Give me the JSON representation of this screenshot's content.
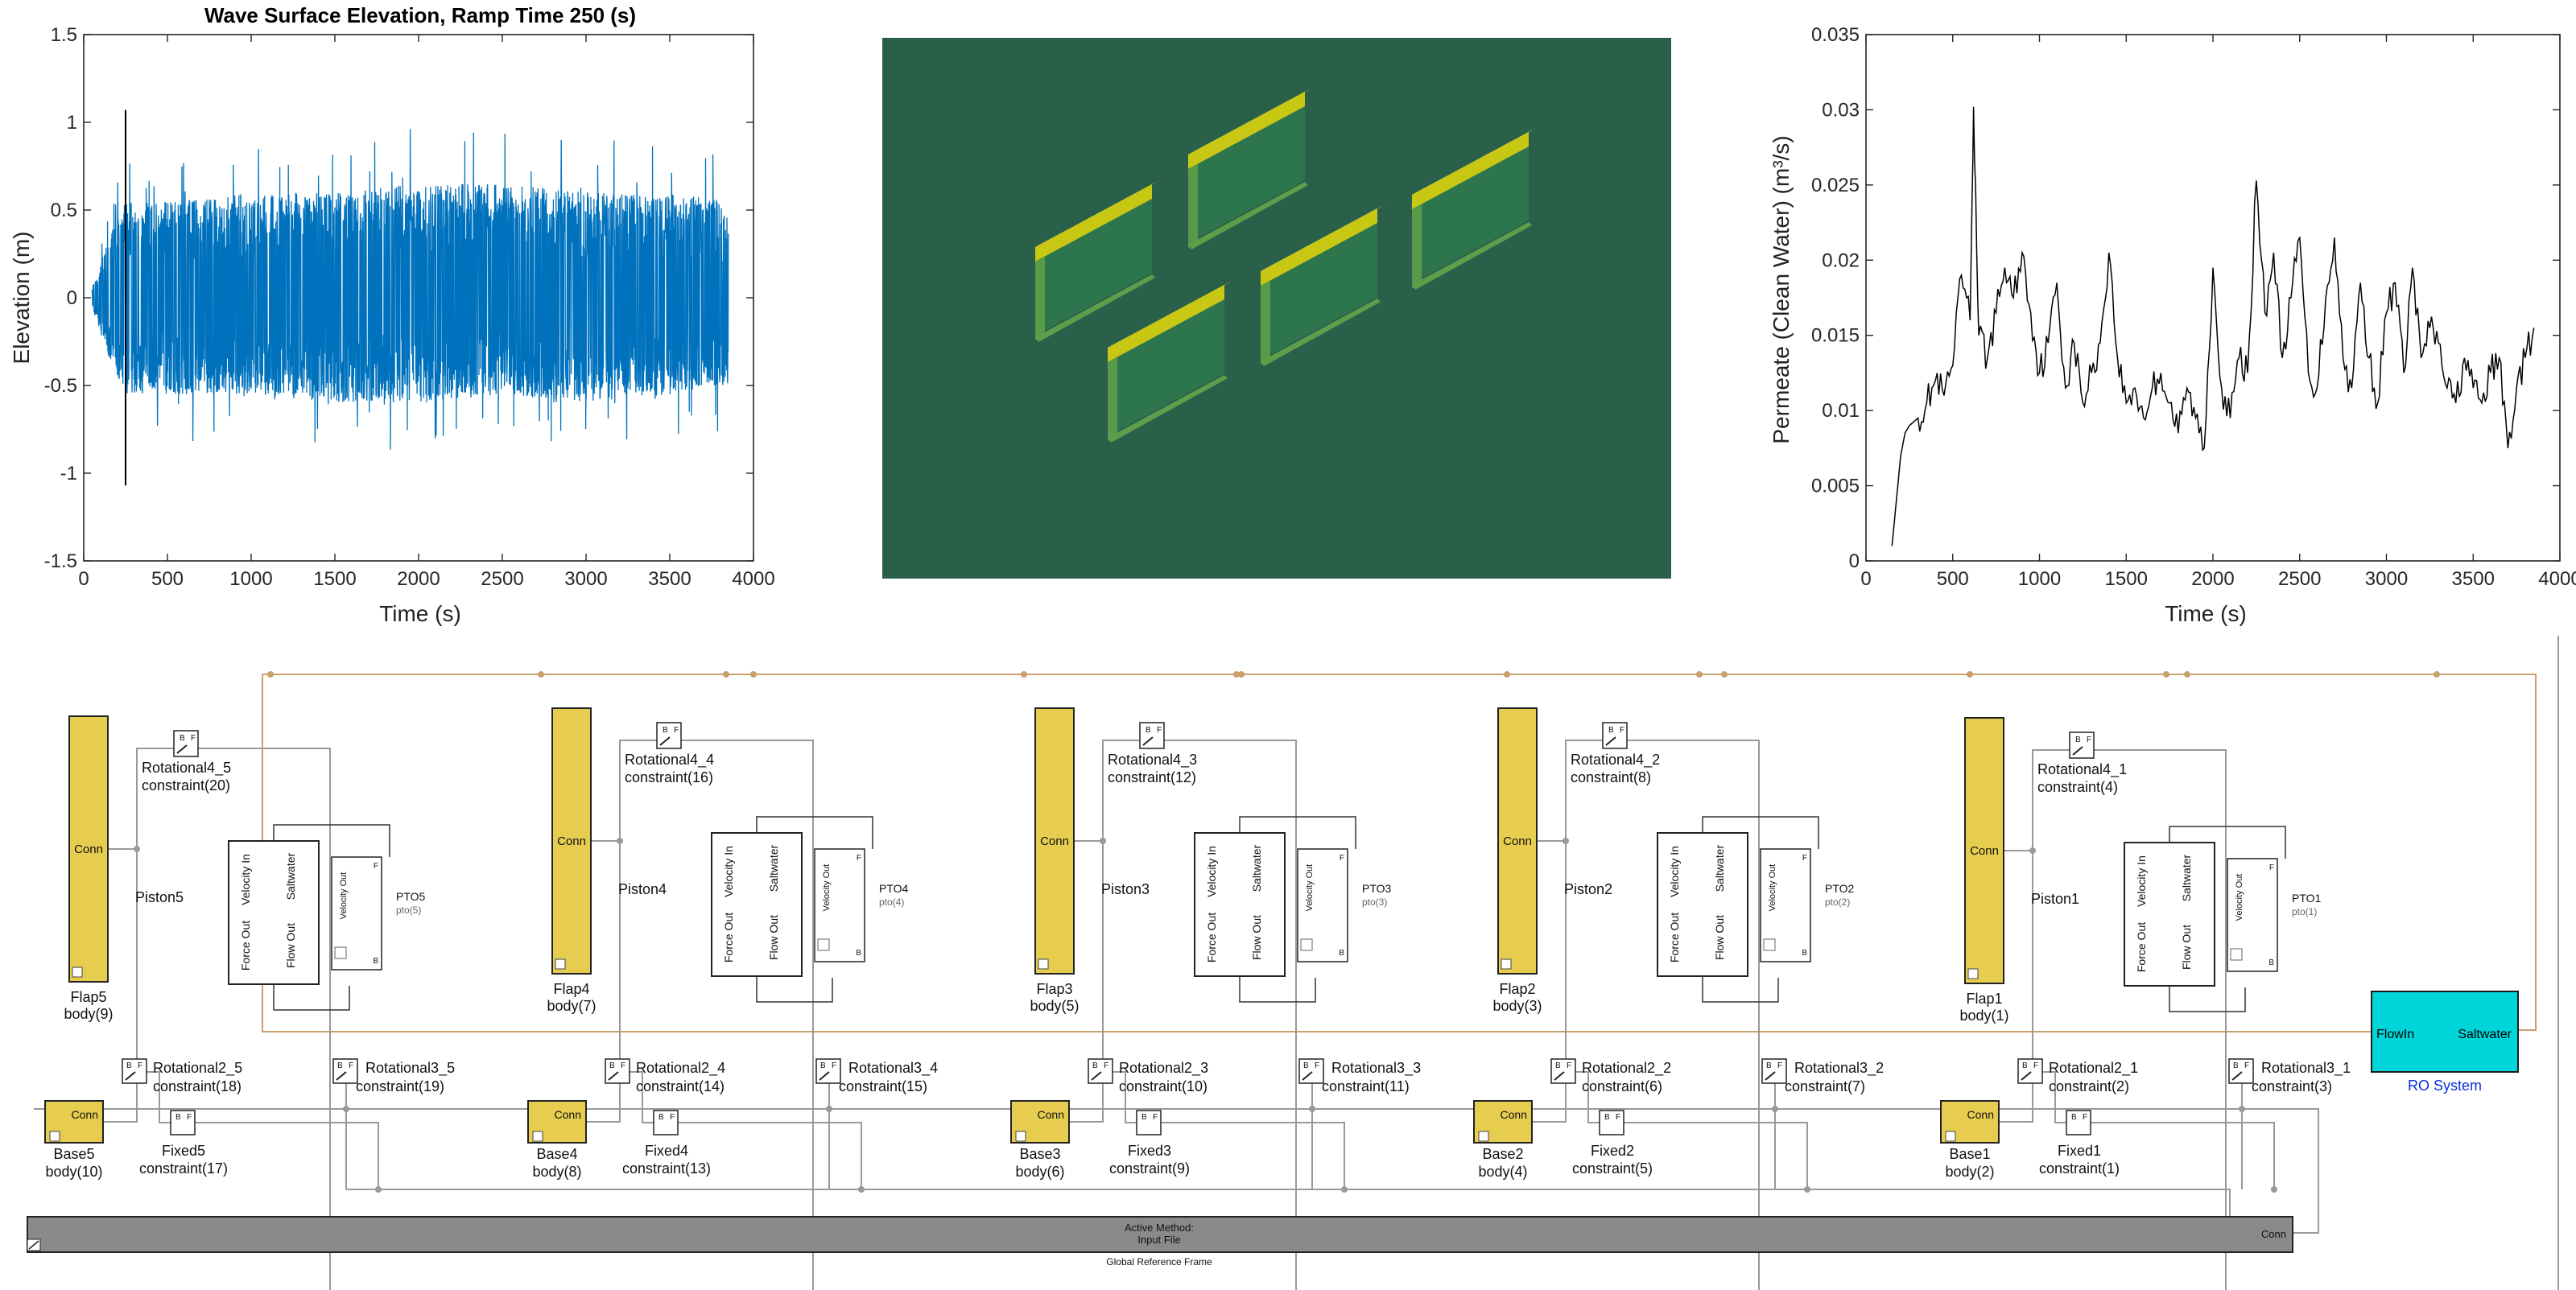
{
  "wave_chart": {
    "title": "Wave Surface Elevation, Ramp Time 250 (s)",
    "xlabel": "Time (s)",
    "ylabel": "Elevation (m)",
    "xticks": [
      "0",
      "500",
      "1000",
      "1500",
      "2000",
      "2500",
      "3000",
      "3500",
      "4000"
    ],
    "yticks": [
      "-1.5",
      "-1",
      "-0.5",
      "0",
      "0.5",
      "1",
      "1.5"
    ]
  },
  "permeate_chart": {
    "xlabel": "Time (s)",
    "ylabel": "Permeate (Clean Water) (m³/s)",
    "xticks": [
      "0",
      "500",
      "1000",
      "1500",
      "2000",
      "2500",
      "3000",
      "3500",
      "4000"
    ],
    "yticks": [
      "0",
      "0.005",
      "0.01",
      "0.015",
      "0.02",
      "0.025",
      "0.03",
      "0.035"
    ]
  },
  "chart_data": [
    {
      "type": "line",
      "title": "Wave Surface Elevation, Ramp Time 250 (s)",
      "xlabel": "Time (s)",
      "ylabel": "Elevation (m)",
      "xlim": [
        0,
        4000
      ],
      "ylim": [
        -1.5,
        1.5
      ],
      "color": "#0072BD",
      "ramp_marker": {
        "x": 250,
        "y": [
          -1.07,
          1.07
        ],
        "color": "#000000"
      },
      "envelope": {
        "x": [
          50,
          150,
          250,
          500,
          1000,
          1500,
          2000,
          2500,
          3000,
          3500,
          3850
        ],
        "upper": [
          0.05,
          0.35,
          0.55,
          0.55,
          0.6,
          0.6,
          0.65,
          0.65,
          0.6,
          0.6,
          0.55
        ],
        "lower": [
          -0.05,
          -0.35,
          -0.55,
          -0.55,
          -0.55,
          -0.6,
          -0.6,
          -0.55,
          -0.6,
          -0.55,
          -0.5
        ]
      }
    },
    {
      "type": "line",
      "xlabel": "Time (s)",
      "ylabel": "Permeate (Clean Water) (m^3/s)",
      "xlim": [
        0,
        4000
      ],
      "ylim": [
        0,
        0.035
      ],
      "color": "#000000",
      "x": [
        150,
        175,
        200,
        225,
        250,
        300,
        350,
        400,
        450,
        500,
        550,
        600,
        620,
        650,
        700,
        750,
        800,
        850,
        900,
        950,
        1000,
        1050,
        1100,
        1150,
        1200,
        1250,
        1300,
        1350,
        1400,
        1450,
        1500,
        1550,
        1600,
        1650,
        1700,
        1750,
        1800,
        1850,
        1900,
        1950,
        2000,
        2050,
        2100,
        2150,
        2200,
        2250,
        2300,
        2350,
        2400,
        2450,
        2500,
        2550,
        2600,
        2650,
        2700,
        2750,
        2800,
        2850,
        2900,
        2950,
        3000,
        3050,
        3100,
        3150,
        3200,
        3250,
        3300,
        3350,
        3400,
        3450,
        3500,
        3550,
        3600,
        3650,
        3700,
        3750,
        3800,
        3850
      ],
      "y": [
        0.001,
        0.004,
        0.007,
        0.0085,
        0.009,
        0.0095,
        0.0105,
        0.012,
        0.011,
        0.013,
        0.019,
        0.016,
        0.0302,
        0.015,
        0.0135,
        0.0165,
        0.0195,
        0.0175,
        0.0205,
        0.0165,
        0.0125,
        0.0145,
        0.0185,
        0.0115,
        0.0145,
        0.0105,
        0.0125,
        0.0145,
        0.0205,
        0.0135,
        0.0105,
        0.0115,
        0.0095,
        0.0115,
        0.0125,
        0.0105,
        0.0085,
        0.0115,
        0.0095,
        0.0075,
        0.0195,
        0.0115,
        0.0095,
        0.0135,
        0.0125,
        0.0253,
        0.0165,
        0.0205,
        0.0135,
        0.0175,
        0.0215,
        0.0125,
        0.0115,
        0.0175,
        0.0215,
        0.0135,
        0.0115,
        0.0185,
        0.0135,
        0.0105,
        0.0165,
        0.0185,
        0.0125,
        0.0195,
        0.0135,
        0.0155,
        0.0145,
        0.0115,
        0.0105,
        0.0135,
        0.0115,
        0.0105,
        0.0125,
        0.0135,
        0.0075,
        0.0115,
        0.0135,
        0.0155
      ]
    }
  ],
  "render_view": {
    "background": "#2a604a",
    "flap_top": "#c8c814",
    "flap_body": "#2e7a4e",
    "flap_base": "#5c9e4a"
  },
  "simulink": {
    "colors": {
      "flap": "#e6cd4f",
      "connection": "#c9a06c",
      "signal": "#999999",
      "ro_system": "#00d5d9",
      "ground": "#8a8a8a"
    },
    "groups": [
      {
        "flap_label": "Flap5",
        "flap_body": "body(9)",
        "rot4": "Rotational4_5",
        "rot4_c": "constraint(20)",
        "piston": "Piston5",
        "pto": "PTO5",
        "pto_sub": "pto(5)",
        "rot2": "Rotational2_5",
        "rot2_c": "constraint(18)",
        "rot3": "Rotational3_5",
        "rot3_c": "constraint(19)",
        "base": "Base5",
        "base_body": "body(10)",
        "fixed": "Fixed5",
        "fixed_c": "constraint(17)"
      },
      {
        "flap_label": "Flap4",
        "flap_body": "body(7)",
        "rot4": "Rotational4_4",
        "rot4_c": "constraint(16)",
        "piston": "Piston4",
        "pto": "PTO4",
        "pto_sub": "pto(4)",
        "rot2": "Rotational2_4",
        "rot2_c": "constraint(14)",
        "rot3": "Rotational3_4",
        "rot3_c": "constraint(15)",
        "base": "Base4",
        "base_body": "body(8)",
        "fixed": "Fixed4",
        "fixed_c": "constraint(13)"
      },
      {
        "flap_label": "Flap3",
        "flap_body": "body(5)",
        "rot4": "Rotational4_3",
        "rot4_c": "constraint(12)",
        "piston": "Piston3",
        "pto": "PTO3",
        "pto_sub": "pto(3)",
        "rot2": "Rotational2_3",
        "rot2_c": "constraint(10)",
        "rot3": "Rotational3_3",
        "rot3_c": "constraint(11)",
        "base": "Base3",
        "base_body": "body(6)",
        "fixed": "Fixed3",
        "fixed_c": "constraint(9)"
      },
      {
        "flap_label": "Flap2",
        "flap_body": "body(3)",
        "rot4": "Rotational4_2",
        "rot4_c": "constraint(8)",
        "piston": "Piston2",
        "pto": "PTO2",
        "pto_sub": "pto(2)",
        "rot2": "Rotational2_2",
        "rot2_c": "constraint(6)",
        "rot3": "Rotational3_2",
        "rot3_c": "constraint(7)",
        "base": "Base2",
        "base_body": "body(4)",
        "fixed": "Fixed2",
        "fixed_c": "constraint(5)"
      },
      {
        "flap_label": "Flap1",
        "flap_body": "body(1)",
        "rot4": "Rotational4_1",
        "rot4_c": "constraint(4)",
        "piston": "Piston1",
        "pto": "PTO1",
        "pto_sub": "pto(1)",
        "rot2": "Rotational2_1",
        "rot2_c": "constraint(2)",
        "rot3": "Rotational3_1",
        "rot3_c": "constraint(3)",
        "base": "Base1",
        "base_body": "body(2)",
        "fixed": "Fixed1",
        "fixed_c": "constraint(1)"
      }
    ],
    "port_labels": {
      "conn": "Conn",
      "velocity_in": "Velocity In",
      "saltwater": "Saltwater",
      "force_out": "Force Out",
      "flow_out": "Flow Out",
      "velocity_out": "Velocity Out",
      "pto_force": "F",
      "pto_base": "B",
      "pto_follower": "F",
      "joint_base": "B",
      "joint_follower": "F"
    },
    "ro_system": {
      "label": "RO System",
      "port_in": "FlowIn",
      "port_out": "Saltwater"
    },
    "global_frame": {
      "line1": "Active Method:",
      "line2": "Input File",
      "conn": "Conn",
      "label": "Global Reference Frame"
    }
  }
}
